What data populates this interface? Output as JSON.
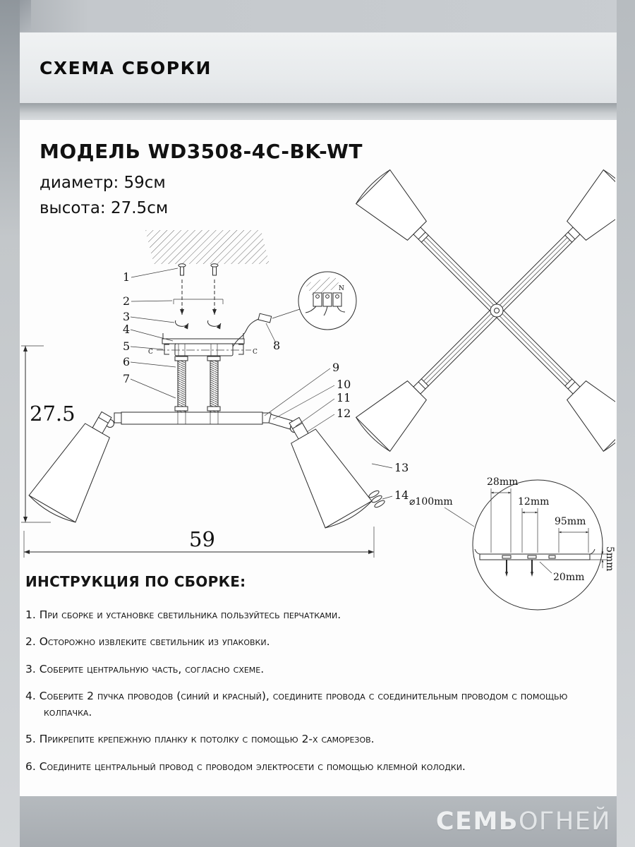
{
  "header": {
    "title": "СХЕМА СБОРКИ"
  },
  "product": {
    "model": "МОДЕЛЬ WD3508-4C-BK-WT",
    "diameter": "диаметр: 59см",
    "height": "высота: 27.5см"
  },
  "diagram": {
    "dim_height": "27.5",
    "dim_width": "59",
    "parts": [
      "1",
      "2",
      "3",
      "4",
      "5",
      "6",
      "7",
      "8",
      "9",
      "10",
      "11",
      "12",
      "13",
      "14"
    ],
    "section_mark": "C",
    "wiring_label": "N",
    "detail": {
      "d28": "28mm",
      "d12": "12mm",
      "d95": "95mm",
      "d100": "⌀100mm",
      "d20": "20mm",
      "d5": "5mm"
    }
  },
  "instructions": {
    "title": "ИНСТРУКЦИЯ ПО СБОРКЕ:",
    "items": [
      "1. При сборке и установке светильника пользуйтесь перчатками.",
      "2. Осторожно извлеките светильник из упаковки.",
      "3. Соберите центральную часть, согласно схеме.",
      "4. Соберите 2 пучка проводов (синий и красный), соедините провода с соединительным проводом с помощью колпачка.",
      "5. Прикрепите крепежную планку к потолку с помощью 2-х саморезов.",
      "6. Соедините центральный провод с проводом электросети с помощью клемной колодки."
    ]
  },
  "footer": {
    "brand_bold": "СЕМЬ",
    "brand_rest": "ОГНЕЙ"
  }
}
